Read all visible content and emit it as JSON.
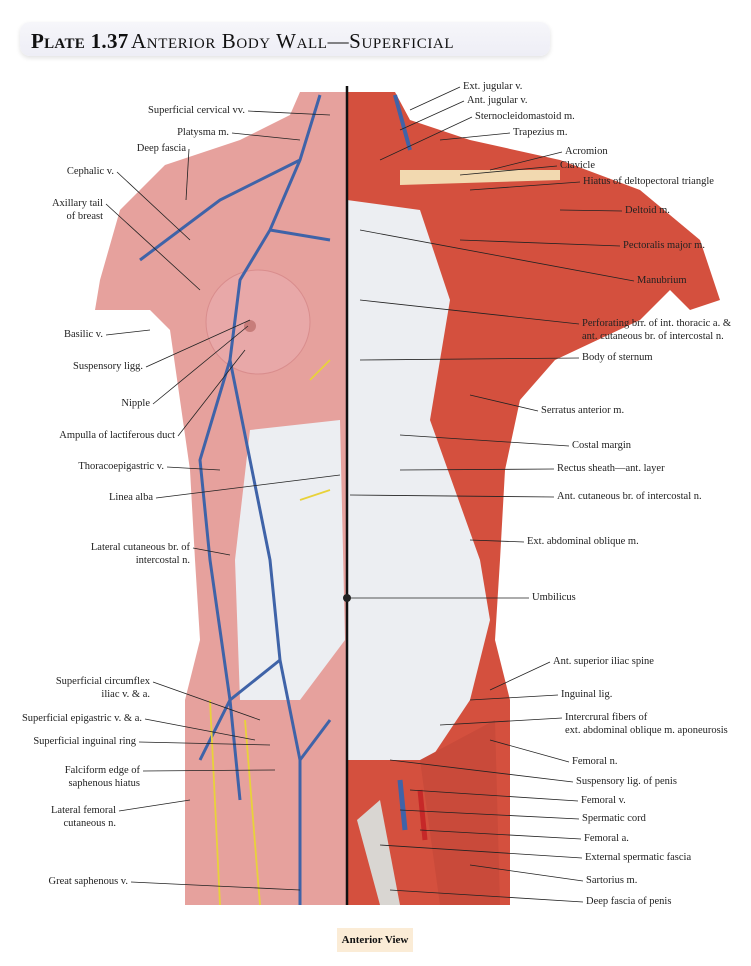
{
  "header": {
    "plate": "Plate 1.37",
    "title": "Anterior Body Wall—Superficial"
  },
  "labels_left": [
    {
      "text": "Superficial cervical vv."
    },
    {
      "text": "Platysma m."
    },
    {
      "text": "Deep fascia"
    },
    {
      "text": "Cephalic v."
    },
    {
      "text": "Axillary tail\nof breast"
    },
    {
      "text": "Basilic v."
    },
    {
      "text": "Suspensory ligg."
    },
    {
      "text": "Nipple"
    },
    {
      "text": "Ampulla of lactiferous duct"
    },
    {
      "text": "Thoracoepigastric v."
    },
    {
      "text": "Linea alba"
    },
    {
      "text": "Lateral cutaneous br. of\nintercostal n."
    },
    {
      "text": "Superficial circumflex\niliac v. & a."
    },
    {
      "text": "Superficial epigastric v. & a."
    },
    {
      "text": "Superficial inguinal ring"
    },
    {
      "text": "Falciform edge of\nsaphenous hiatus"
    },
    {
      "text": "Lateral femoral\ncutaneous n."
    },
    {
      "text": "Great saphenous v."
    }
  ],
  "labels_right": [
    {
      "text": "Ext. jugular v."
    },
    {
      "text": "Ant. jugular v."
    },
    {
      "text": "Sternocleidomastoid m."
    },
    {
      "text": "Trapezius m."
    },
    {
      "text": "Acromion"
    },
    {
      "text": "Clavicle"
    },
    {
      "text": "Hiatus of deltopectoral triangle"
    },
    {
      "text": "Deltoid m."
    },
    {
      "text": "Pectoralis major m."
    },
    {
      "text": "Manubrium"
    },
    {
      "text": "Perforating brr. of int. thoracic a. &\nant. cutaneous br. of intercostal n."
    },
    {
      "text": "Body of sternum"
    },
    {
      "text": "Serratus anterior m."
    },
    {
      "text": "Costal margin"
    },
    {
      "text": "Rectus sheath—ant. layer"
    },
    {
      "text": "Ant. cutaneous br. of intercostal n."
    },
    {
      "text": "Ext. abdominal oblique m."
    },
    {
      "text": "Umbilicus"
    },
    {
      "text": "Ant. superior iliac spine"
    },
    {
      "text": "Inguinal lig."
    },
    {
      "text": "Intercrural fibers of\next. abdominal oblique m. aponeurosis"
    },
    {
      "text": "Femoral n."
    },
    {
      "text": "Suspensory lig. of penis"
    },
    {
      "text": "Femoral v."
    },
    {
      "text": "Spermatic cord"
    },
    {
      "text": "Femoral a."
    },
    {
      "text": "External spermatic fascia"
    },
    {
      "text": "Sartorius m."
    },
    {
      "text": "Deep fascia of penis"
    }
  ],
  "caption": "Anterior View",
  "colors": {
    "skin": "#e6a19d",
    "muscle": "#d4503e",
    "fascia": "#eceef2",
    "vein": "#3f63a8",
    "nerve": "#e8d23a"
  }
}
